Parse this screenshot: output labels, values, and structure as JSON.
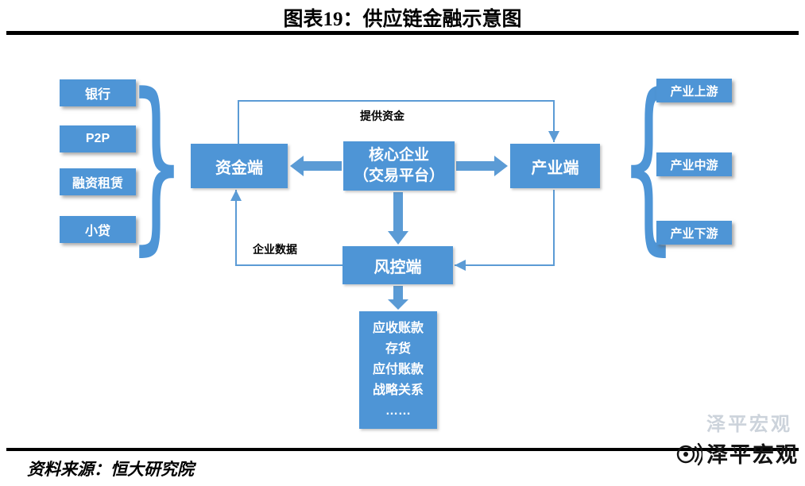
{
  "title": "图表19：供应链金融示意图",
  "source": "资料来源：恒大研究院",
  "watermark": {
    "faint": "泽平宏观",
    "brand": "泽平宏观"
  },
  "diagram": {
    "left_brace": "}",
    "right_brace": "{",
    "funding_sources": [
      "银行",
      "P2P",
      "融资租赁",
      "小贷"
    ],
    "industry_tiers": [
      "产业上游",
      "产业中游",
      "产业下游"
    ],
    "capital_node": "资金端",
    "core_node_line1": "核心企业",
    "core_node_line2": "（交易平台）",
    "industry_node": "产业端",
    "risk_node": "风控端",
    "asset_items": [
      "应收账款",
      "存货",
      "应付账款",
      "战略关系",
      "……"
    ],
    "labels": {
      "provide_funds": "提供资金",
      "enterprise_data": "企业数据"
    }
  },
  "colors": {
    "box_blue": "#4E95D6",
    "arrow_blue": "#5B9BD5",
    "rule_black": "#000000"
  }
}
